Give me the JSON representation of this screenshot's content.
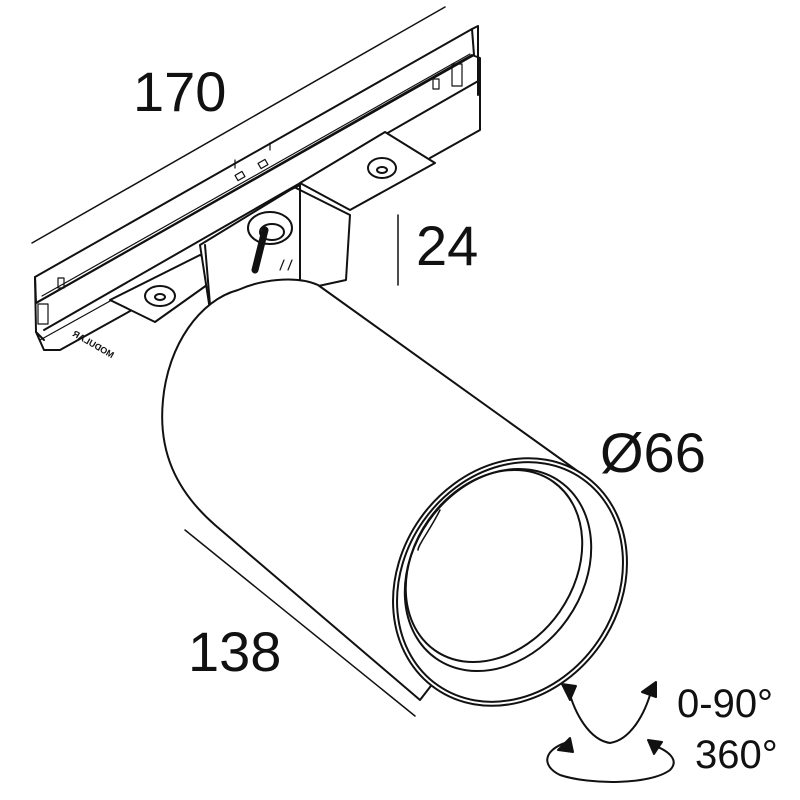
{
  "drawing": {
    "subject": "track spotlight",
    "brand_mark": "MODULAR",
    "line_color": "#111111",
    "background_color": "#ffffff"
  },
  "dimensions": {
    "track_length": "170",
    "adapter_height": "24",
    "diameter": "Ø66",
    "body_length": "138"
  },
  "adjustments": {
    "tilt": "0-90°",
    "rotation": "360°"
  }
}
